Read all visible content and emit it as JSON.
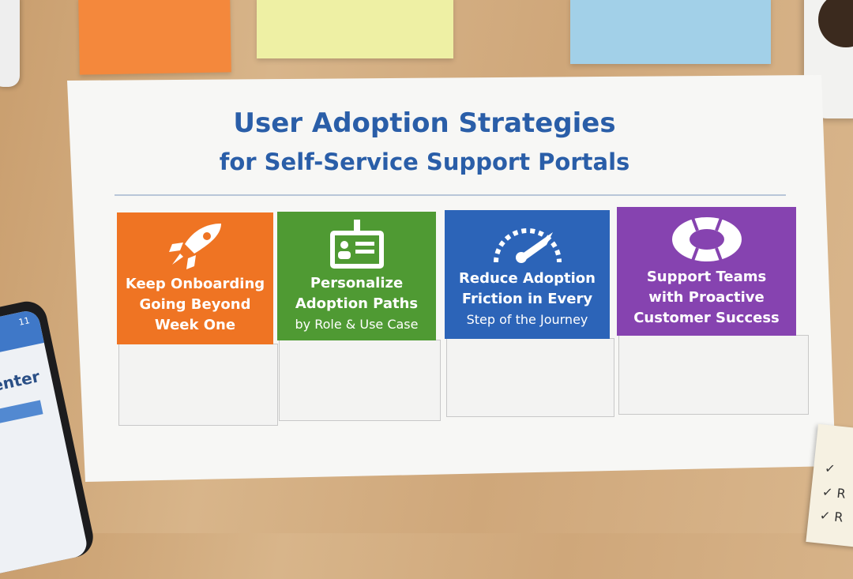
{
  "poster": {
    "title_line1": "User Adoption Strategies",
    "title_line2": "for Self-Service Support Portals",
    "cards": [
      {
        "line1": "Keep Onboarding",
        "line2": "Going Beyond",
        "line3": "Week One",
        "icon": "rocket-icon",
        "color": "#ef7423"
      },
      {
        "line1": "Personalize",
        "line2": "Adoption Paths",
        "line3": "by Role & Use Case",
        "icon": "id-badge-icon",
        "color": "#4f9a33"
      },
      {
        "line1": "Reduce Adoption",
        "line2": "Friction in Every",
        "line3": "Step of the Journey",
        "icon": "speedometer-icon",
        "color": "#2c64b8"
      },
      {
        "line1": "Support Teams",
        "line2": "with Proactive",
        "line3": "Customer Success",
        "icon": "lifebuoy-icon",
        "color": "#8643b0"
      }
    ]
  },
  "phone": {
    "status": "11",
    "heading": "Center"
  },
  "notepad": {
    "items": [
      "✓",
      "✓ R",
      "✓ R"
    ]
  }
}
